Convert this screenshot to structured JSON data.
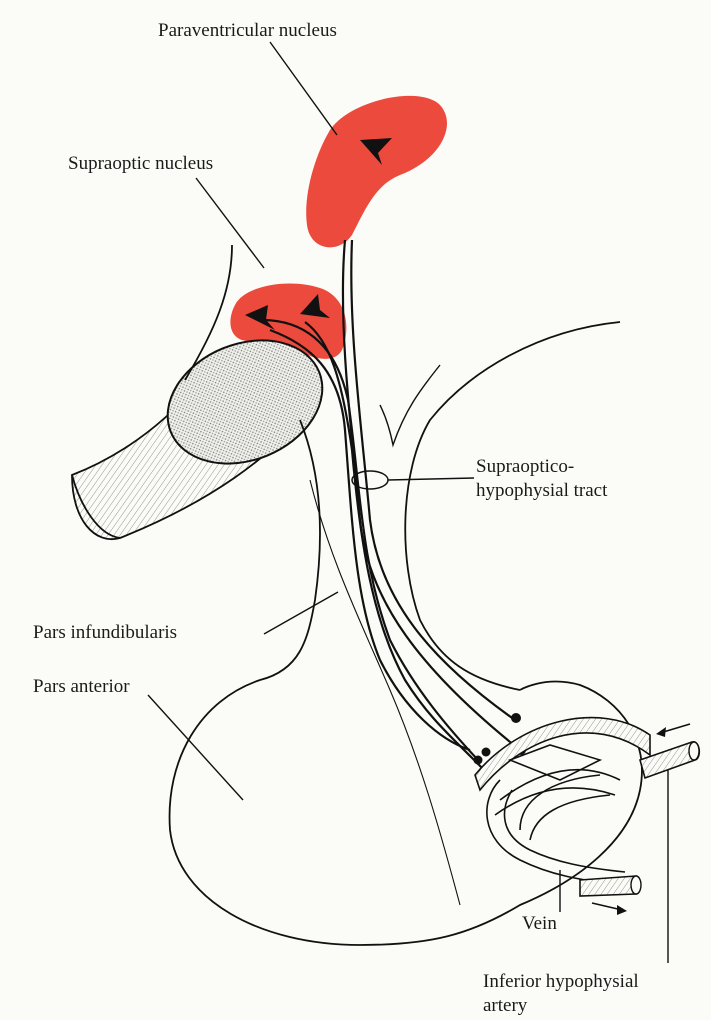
{
  "diagram": {
    "labels": {
      "paraventricular": "Paraventricular nucleus",
      "supraoptic": "Supraoptic nucleus",
      "tract_line1": "Supraoptico-",
      "tract_line2": "hypophysial tract",
      "pars_infundibularis": "Pars infundibularis",
      "pars_anterior": "Pars anterior",
      "vein": "Vein",
      "artery_line1": "Inferior hypophysial",
      "artery_line2": "artery"
    },
    "colors": {
      "nucleus_fill": "#ec4a3c",
      "outline": "#111111",
      "background": "#fbfbf7",
      "stipple": "#9a9a9a"
    },
    "icons": {
      "flow_arrow_in": "arrow-left",
      "flow_arrow_out": "arrow-right"
    }
  }
}
